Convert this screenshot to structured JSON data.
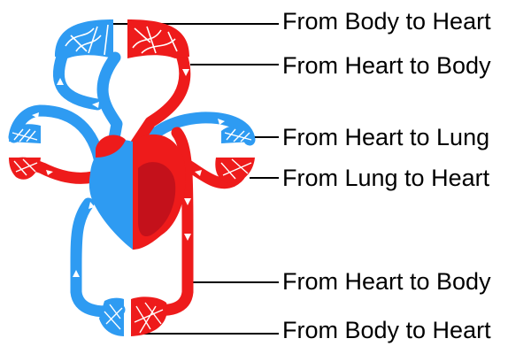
{
  "colors": {
    "deoxygenated": "#2e9bf2",
    "oxygenated": "#ee1b1b",
    "heart_dark": "#c4111b",
    "arrow": "#ffffff",
    "leader_line": "#000000"
  },
  "labels": {
    "upper_body_to_heart": "From Body to Heart",
    "upper_heart_to_body": "From Heart to Body",
    "heart_to_lung": "From Heart to Lung",
    "lung_to_heart": "From Lung to Heart",
    "lower_heart_to_body": "From Heart to Body",
    "lower_body_to_heart": "From Body to Heart"
  }
}
